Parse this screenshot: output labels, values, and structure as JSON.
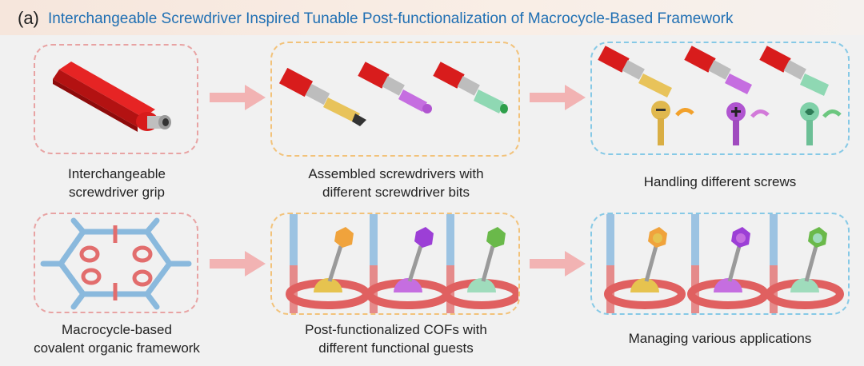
{
  "title": {
    "panel_label": "(a)",
    "text": "Interchangeable Screwdriver Inspired Tunable Post-functionalization of Macrocycle-Based Framework"
  },
  "captions": {
    "grip_line1": "Interchangeable",
    "grip_line2": "screwdriver grip",
    "assembled_line1": "Assembled screwdrivers with",
    "assembled_line2": "different screwdriver bits",
    "handling": "Handling different screws",
    "macro_line1": "Macrocycle-based",
    "macro_line2": "covalent organic framework",
    "postfunc_line1": "Post-functionalized COFs with",
    "postfunc_line2": "different functional guests",
    "applications": "Managing various applications"
  },
  "colors": {
    "red_border": "#e8a3a3",
    "orange_border": "#f2c27a",
    "blue_border": "#86c9e6",
    "arrow": "#f2b3b3",
    "title_blue": "#1f6fb3",
    "grip_red": "#d81c1c",
    "bit_yellow": "#e8c35a",
    "bit_purple": "#c56ee0",
    "bit_green": "#7fd0a8"
  }
}
